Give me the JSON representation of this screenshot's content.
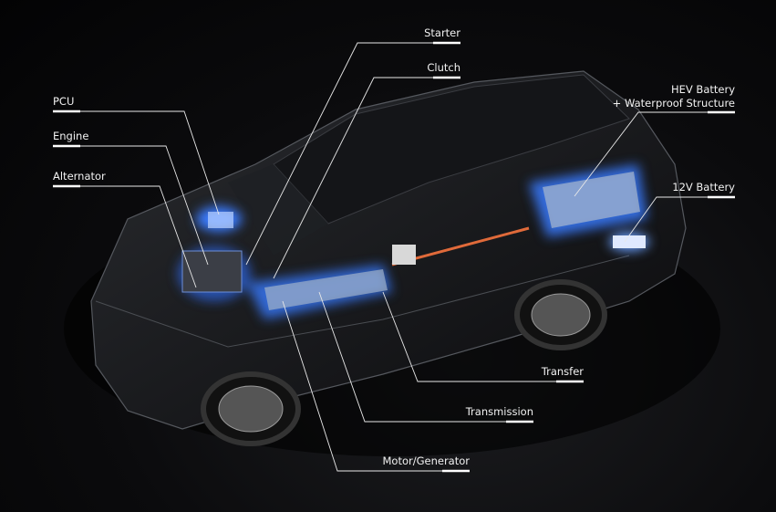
{
  "labels": {
    "starter": "Starter",
    "clutch": "Clutch",
    "pcu": "PCU",
    "engine": "Engine",
    "alternator": "Alternator",
    "hev_battery_line1": "HEV Battery",
    "hev_battery_line2": "+ Waterproof Structure",
    "battery_12v": "12V Battery",
    "transfer": "Transfer",
    "transmission": "Transmission",
    "motor_generator": "Motor/Generator"
  },
  "colors": {
    "highlight": "#3a7bff",
    "background": "#0b0b0d",
    "label": "#f2f2f2"
  }
}
